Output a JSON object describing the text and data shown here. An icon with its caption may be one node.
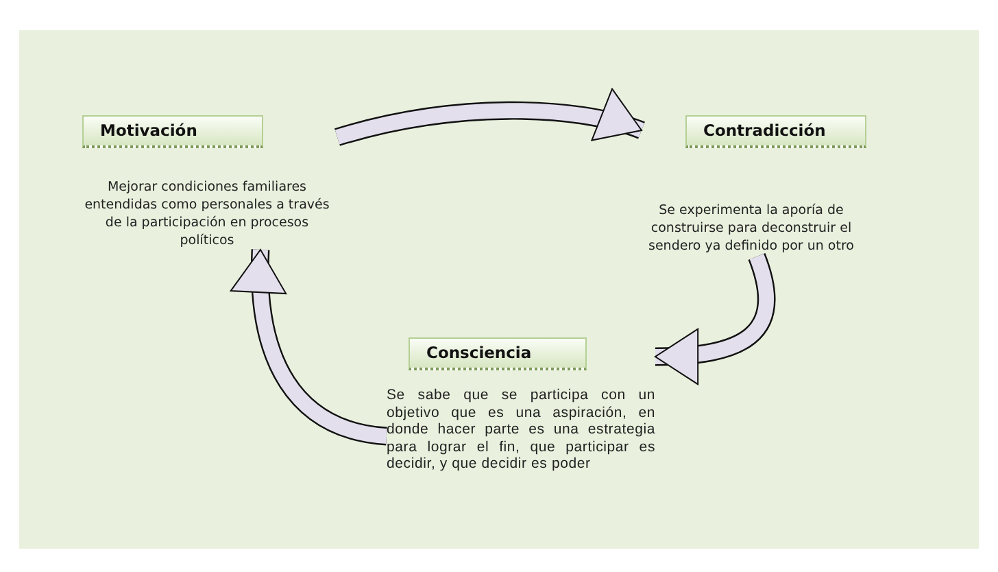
{
  "diagram": {
    "nodes": [
      {
        "text": [
          "Motivación",
          "Mejorar condiciones familiares entendidas como personales a través de la participación en procesos políticos"
        ]
      },
      {
        "text": [
          "Contradicción",
          "Se experimenta la aporía de construirse para deconstruir el sendero ya definido por un otro"
        ]
      },
      {
        "text": [
          "Consciencia",
          "Se sabe que se participa con un objetivo que es una aspiración, en donde hacer parte es una estrategia para lograr el fin, que participar es decidir, y que decidir es poder"
        ]
      }
    ],
    "edges": [
      {
        "from": 0,
        "to": 1,
        "arrow": "to"
      },
      {
        "from": 1,
        "to": 2,
        "arrow": "to"
      },
      {
        "from": 2,
        "to": 0,
        "arrow": "to"
      }
    ]
  }
}
